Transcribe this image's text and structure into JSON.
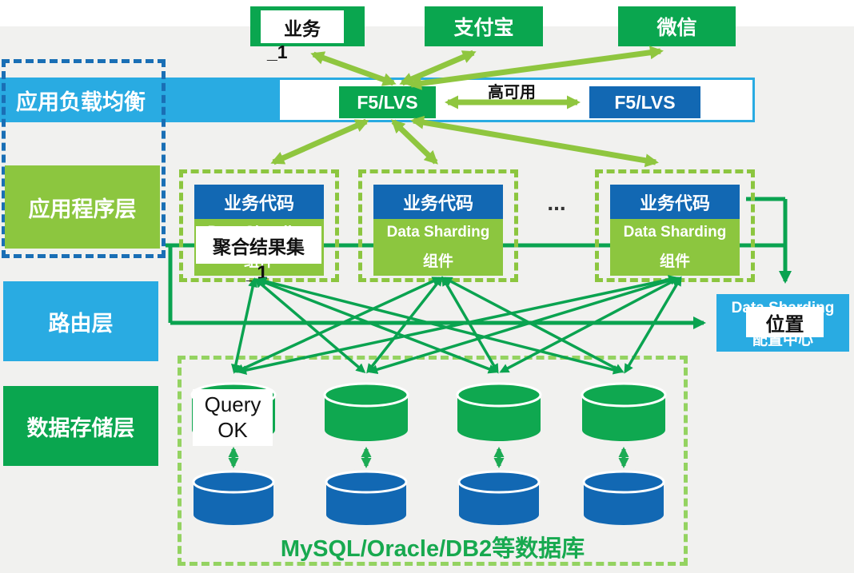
{
  "colors": {
    "green": "#0aa64f",
    "light_green": "#8cc63f",
    "cyan": "#29abe2",
    "blue": "#1268b3",
    "dark_green_line": "#0aa350",
    "dashed_blue": "#1a6fb5",
    "storage_dash": "#94d361",
    "caption_green": "#17a94f"
  },
  "layers": {
    "load_balancing": "应用负载均衡",
    "application": "应用程序层",
    "routing": "路由层",
    "storage": "数据存储层"
  },
  "top_services": {
    "business": {
      "label": "业务",
      "suffix": "_1"
    },
    "alipay": {
      "label": "支付宝"
    },
    "wechat": {
      "label": "微信"
    }
  },
  "load_balancing": {
    "primary_label": "F5/LVS",
    "secondary_label": "F5/LVS",
    "ha_label": "高可用"
  },
  "app_nodes": {
    "header": "业务代码",
    "body_line1": "Data Sharding",
    "body_line2": "组件",
    "ellipsis": "...",
    "aggregate_overlay": {
      "label": "聚合结果集",
      "suffix": "_1"
    }
  },
  "config_center": {
    "line1": "Data Sharding",
    "line2": "配置中心",
    "overlay_label": "位置"
  },
  "storage": {
    "query_overlay": {
      "line1": "Query",
      "line2": "OK"
    },
    "caption": "MySQL/Oracle/DB2等数据库"
  }
}
